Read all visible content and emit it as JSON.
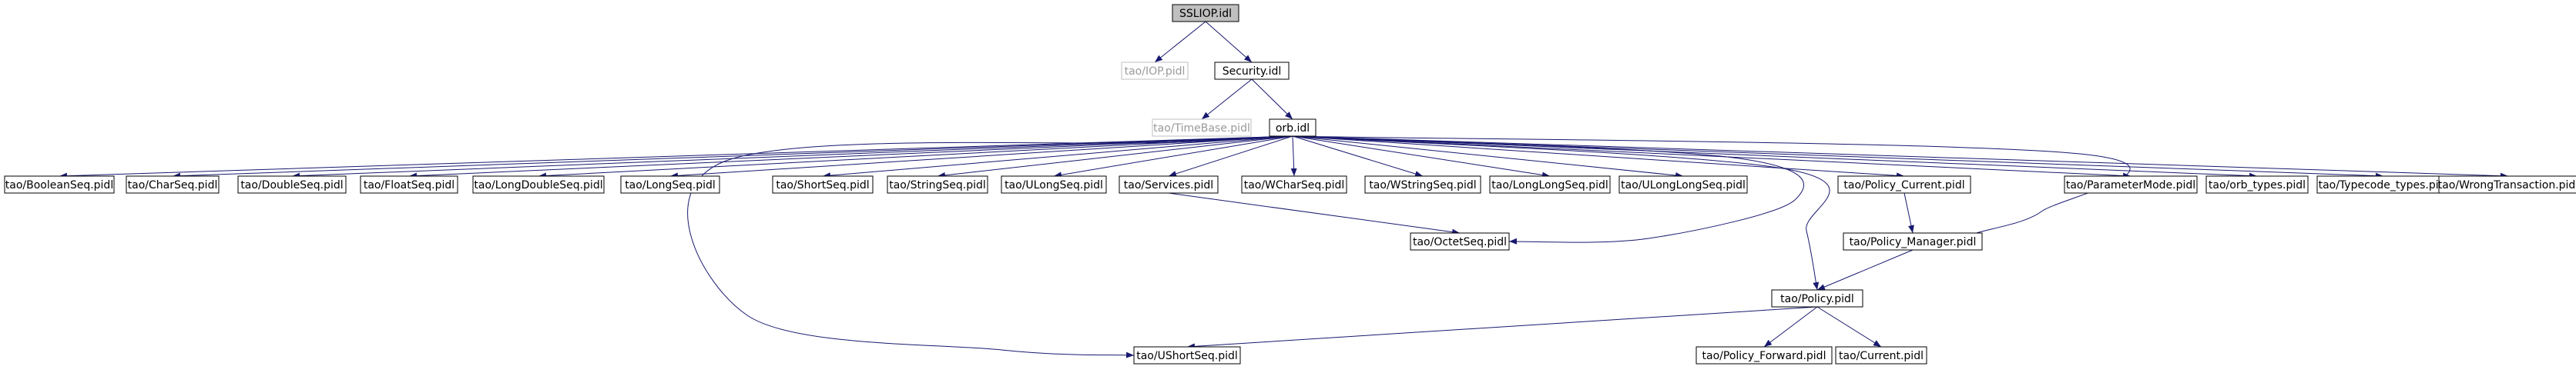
{
  "colors": {
    "edge": "#191970",
    "box_border": "#000000",
    "box_border_dim": "#bfbfbf",
    "root_fill": "#bfbfbf",
    "node_fill": "#ffffff",
    "text": "#000000",
    "text_dim": "#9a9a9a"
  },
  "nodes": [
    {
      "id": "ssliop",
      "label": "SSLIOP.idl",
      "style": "root"
    },
    {
      "id": "iop",
      "label": "tao/IOP.pidl",
      "style": "dim"
    },
    {
      "id": "security",
      "label": "Security.idl",
      "style": "normal"
    },
    {
      "id": "timebase",
      "label": "tao/TimeBase.pidl",
      "style": "dim"
    },
    {
      "id": "orb",
      "label": "orb.idl",
      "style": "normal"
    },
    {
      "id": "booleanseq",
      "label": "tao/BooleanSeq.pidl",
      "style": "normal"
    },
    {
      "id": "charseq",
      "label": "tao/CharSeq.pidl",
      "style": "normal"
    },
    {
      "id": "doubleseq",
      "label": "tao/DoubleSeq.pidl",
      "style": "normal"
    },
    {
      "id": "floatseq",
      "label": "tao/FloatSeq.pidl",
      "style": "normal"
    },
    {
      "id": "longdoubleseq",
      "label": "tao/LongDoubleSeq.pidl",
      "style": "normal"
    },
    {
      "id": "longseq",
      "label": "tao/LongSeq.pidl",
      "style": "normal"
    },
    {
      "id": "shortseq",
      "label": "tao/ShortSeq.pidl",
      "style": "normal"
    },
    {
      "id": "stringseq",
      "label": "tao/StringSeq.pidl",
      "style": "normal"
    },
    {
      "id": "ulongseq",
      "label": "tao/ULongSeq.pidl",
      "style": "normal"
    },
    {
      "id": "services",
      "label": "tao/Services.pidl",
      "style": "normal"
    },
    {
      "id": "wcharseq",
      "label": "tao/WCharSeq.pidl",
      "style": "normal"
    },
    {
      "id": "wstringseq",
      "label": "tao/WStringSeq.pidl",
      "style": "normal"
    },
    {
      "id": "longlongseq",
      "label": "tao/LongLongSeq.pidl",
      "style": "normal"
    },
    {
      "id": "ulonglongseq",
      "label": "tao/ULongLongSeq.pidl",
      "style": "normal"
    },
    {
      "id": "policy_current",
      "label": "tao/Policy_Current.pidl",
      "style": "normal"
    },
    {
      "id": "parametermode",
      "label": "tao/ParameterMode.pidl",
      "style": "normal"
    },
    {
      "id": "orb_types",
      "label": "tao/orb_types.pidl",
      "style": "normal"
    },
    {
      "id": "typecode_types",
      "label": "tao/Typecode_types.pidl",
      "style": "normal"
    },
    {
      "id": "wrongtransaction",
      "label": "tao/WrongTransaction.pidl",
      "style": "normal"
    },
    {
      "id": "octetseq",
      "label": "tao/OctetSeq.pidl",
      "style": "normal"
    },
    {
      "id": "policy_manager",
      "label": "tao/Policy_Manager.pidl",
      "style": "normal"
    },
    {
      "id": "policy",
      "label": "tao/Policy.pidl",
      "style": "normal"
    },
    {
      "id": "ushortseq",
      "label": "tao/UShortSeq.pidl",
      "style": "normal"
    },
    {
      "id": "policy_forward",
      "label": "tao/Policy_Forward.pidl",
      "style": "normal"
    },
    {
      "id": "current",
      "label": "tao/Current.pidl",
      "style": "normal"
    }
  ],
  "edges": [
    [
      "ssliop",
      "iop"
    ],
    [
      "ssliop",
      "security"
    ],
    [
      "security",
      "timebase"
    ],
    [
      "security",
      "orb"
    ],
    [
      "orb",
      "booleanseq"
    ],
    [
      "orb",
      "charseq"
    ],
    [
      "orb",
      "doubleseq"
    ],
    [
      "orb",
      "floatseq"
    ],
    [
      "orb",
      "longdoubleseq"
    ],
    [
      "orb",
      "longseq"
    ],
    [
      "orb",
      "shortseq"
    ],
    [
      "orb",
      "stringseq"
    ],
    [
      "orb",
      "ulongseq"
    ],
    [
      "orb",
      "services"
    ],
    [
      "orb",
      "wcharseq"
    ],
    [
      "orb",
      "wstringseq"
    ],
    [
      "orb",
      "longlongseq"
    ],
    [
      "orb",
      "ulonglongseq"
    ],
    [
      "orb",
      "policy_current"
    ],
    [
      "orb",
      "parametermode"
    ],
    [
      "orb",
      "orb_types"
    ],
    [
      "orb",
      "typecode_types"
    ],
    [
      "orb",
      "wrongtransaction"
    ],
    [
      "orb",
      "octetseq"
    ],
    [
      "orb",
      "policy_manager"
    ],
    [
      "orb",
      "policy"
    ],
    [
      "orb",
      "ushortseq"
    ],
    [
      "services",
      "octetseq"
    ],
    [
      "policy_current",
      "policy_manager"
    ],
    [
      "policy_manager",
      "policy"
    ],
    [
      "policy",
      "ushortseq"
    ],
    [
      "policy",
      "policy_forward"
    ],
    [
      "policy",
      "current"
    ]
  ]
}
